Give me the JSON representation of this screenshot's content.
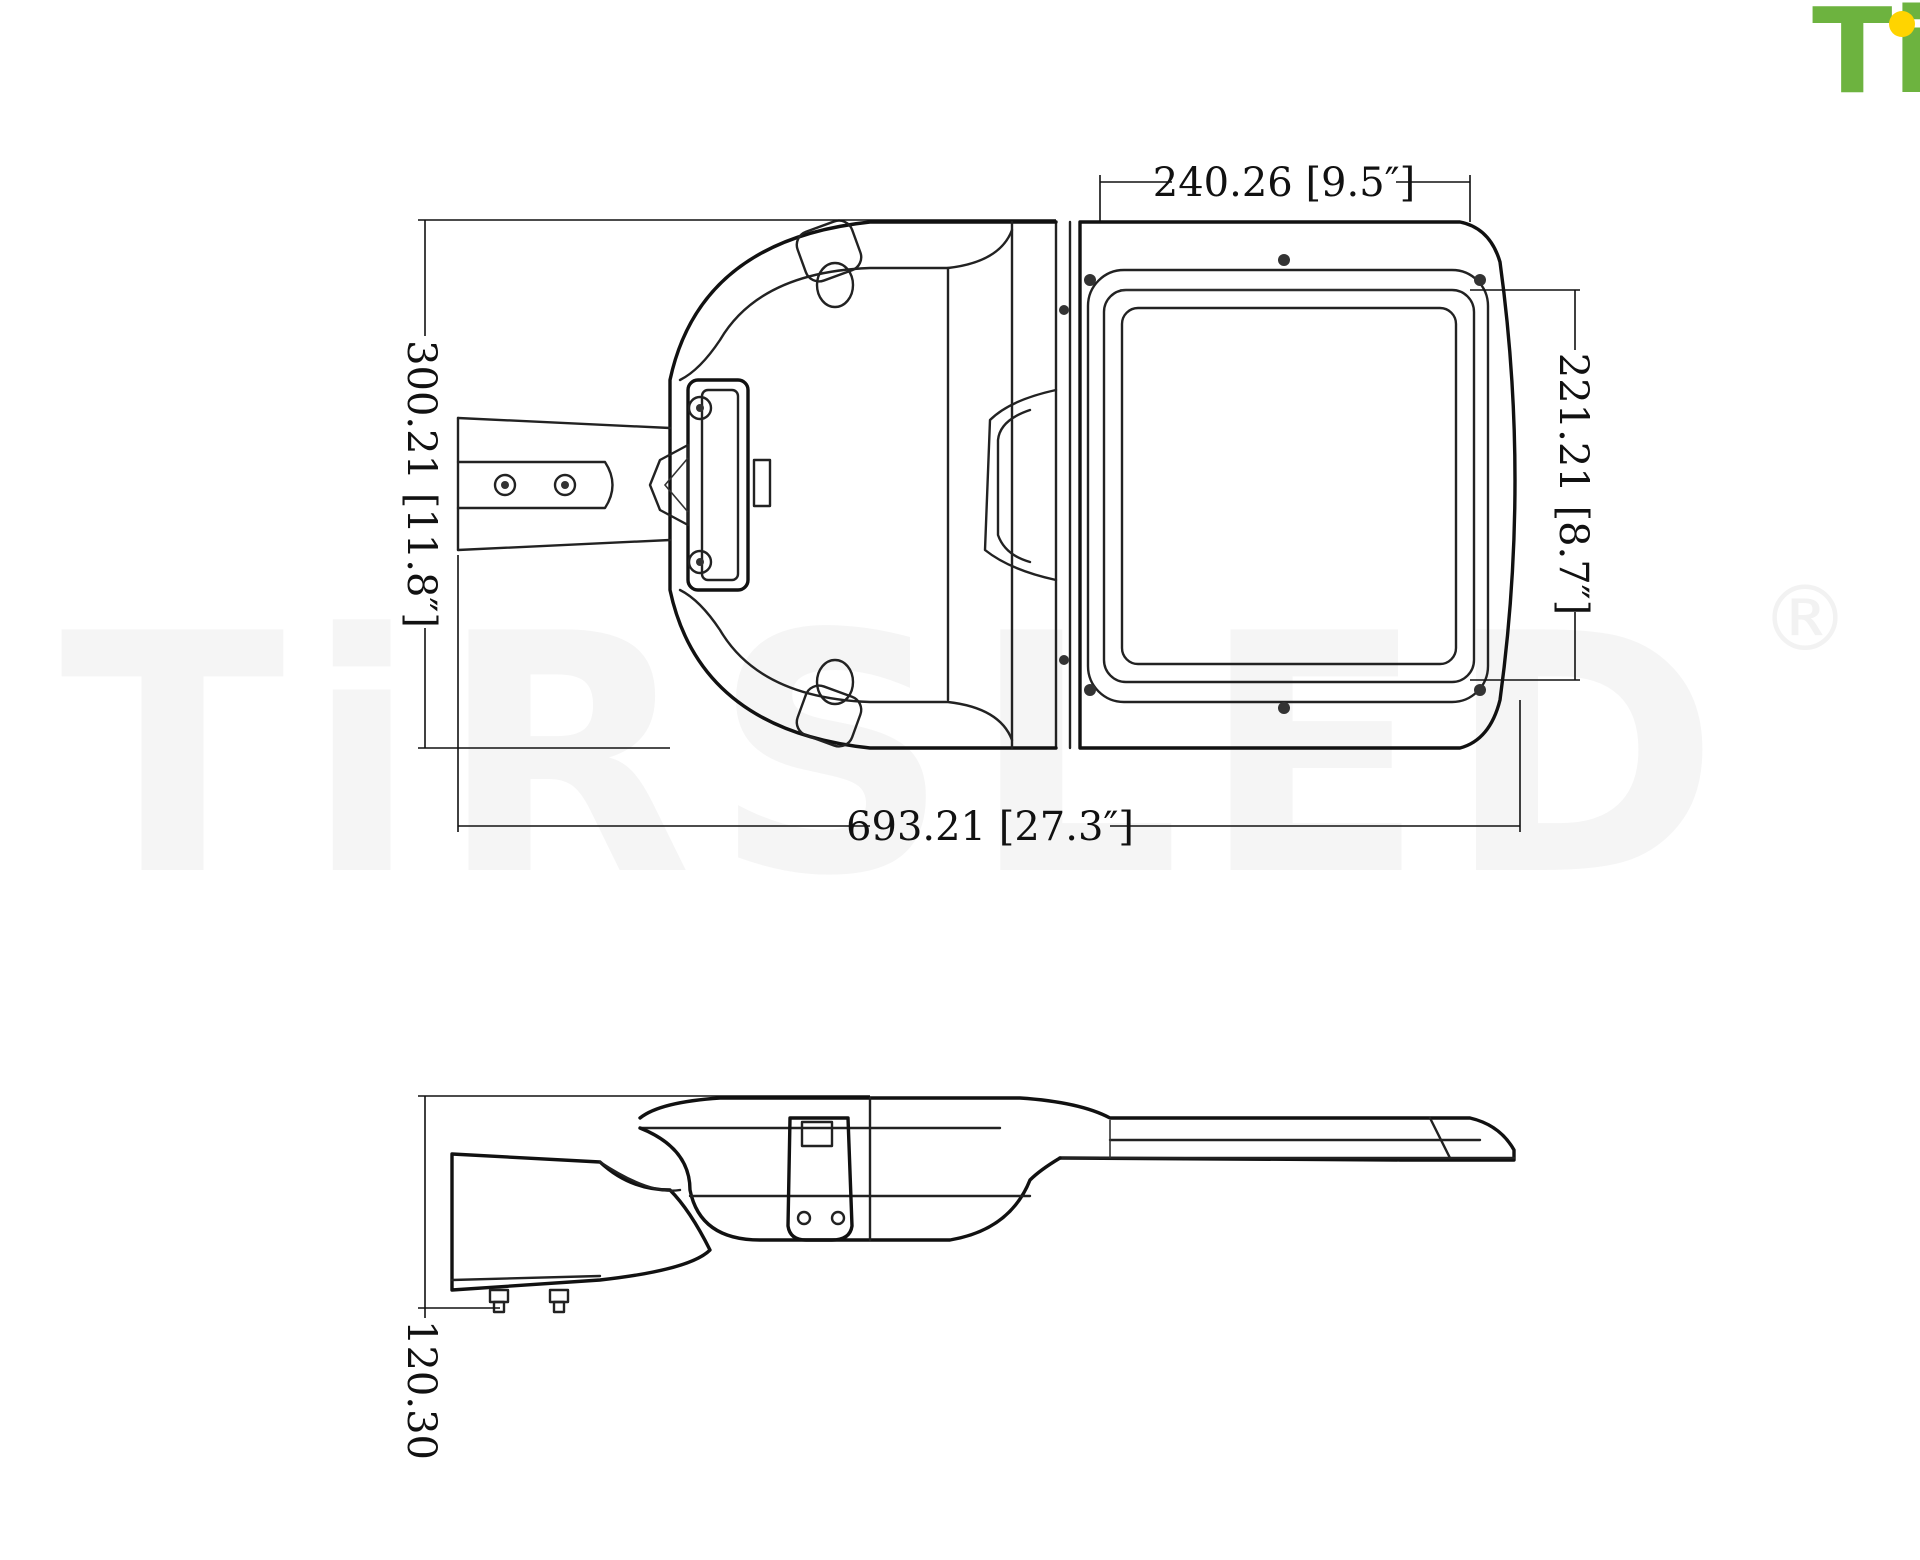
{
  "logo": {
    "text": "Ti",
    "text_color": "#6db33f",
    "dot_color": "#ffd400"
  },
  "watermark": {
    "text": "TiRSLED",
    "color": "#f5f5f5"
  },
  "dimensions": {
    "top_width": "240.26 [9.5″]",
    "total_height": "300.21 [11.8″]",
    "inner_height": "221.21 [8.7″]",
    "total_length": "693.21 [27.3″]",
    "side_height": "120.30"
  },
  "colors": {
    "line": "#222222",
    "background": "#ffffff"
  }
}
